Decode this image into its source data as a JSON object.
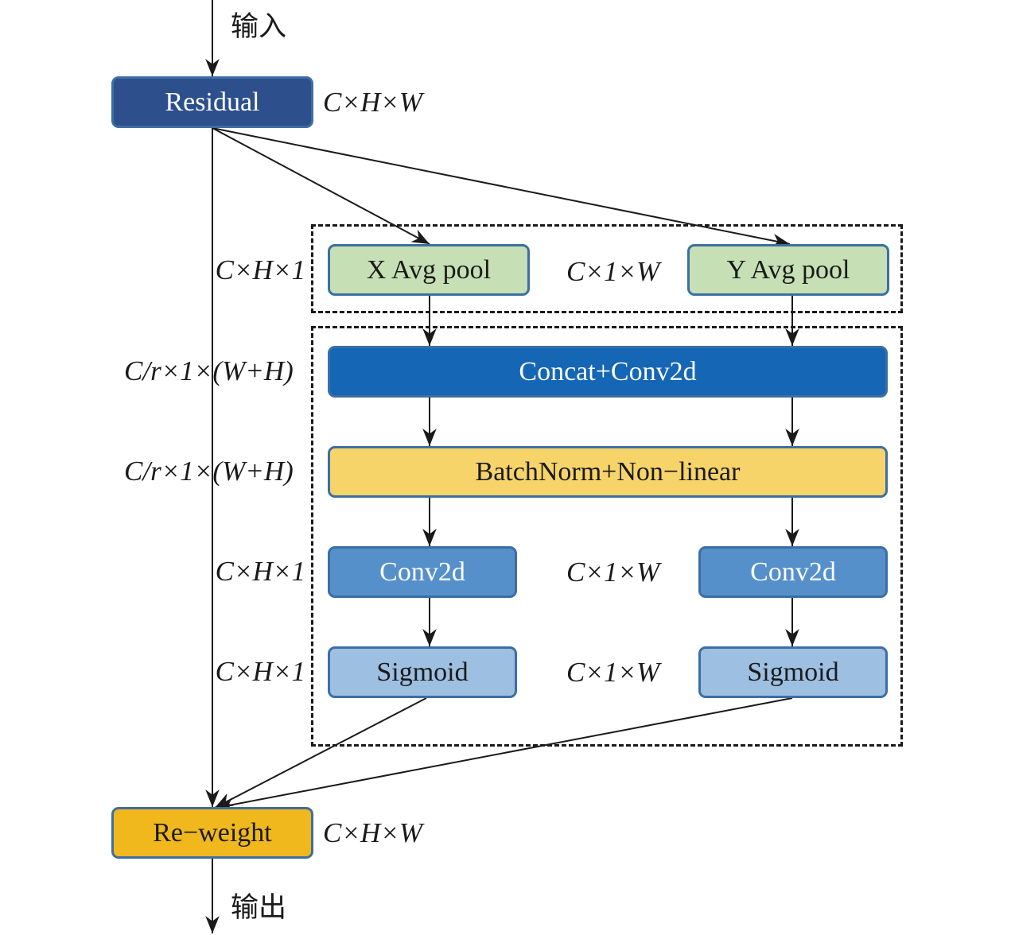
{
  "input_label": "输入",
  "output_label": "输出",
  "boxes": {
    "residual": "Residual",
    "x_avg_pool": "X Avg pool",
    "y_avg_pool": "Y Avg pool",
    "concat_conv2d": "Concat+Conv2d",
    "batchnorm": "BatchNorm+Non−linear",
    "conv2d_left": "Conv2d",
    "conv2d_right": "Conv2d",
    "sigmoid_left": "Sigmoid",
    "sigmoid_right": "Sigmoid",
    "reweight": "Re−weight"
  },
  "dims": {
    "residual": "C×H×W",
    "reweight": "C×H×W",
    "pool_left": "C×H×1",
    "pool_mid": "C×1×W",
    "concat": "C/r×1×(W+H)",
    "batchnorm": "C/r×1×(W+H)",
    "conv_left": "C×H×1",
    "conv_mid": "C×1×W",
    "sig_left": "C×H×1",
    "sig_mid": "C×1×W"
  },
  "colors": {
    "residual": "#2d4f8c",
    "pool": "#c6dfb4",
    "concat": "#1566b4",
    "batchnorm": "#f6d46a",
    "conv2d": "#5590cb",
    "sigmoid": "#9dbfe2",
    "reweight": "#f0b81c",
    "line": "#1a1a1a"
  }
}
